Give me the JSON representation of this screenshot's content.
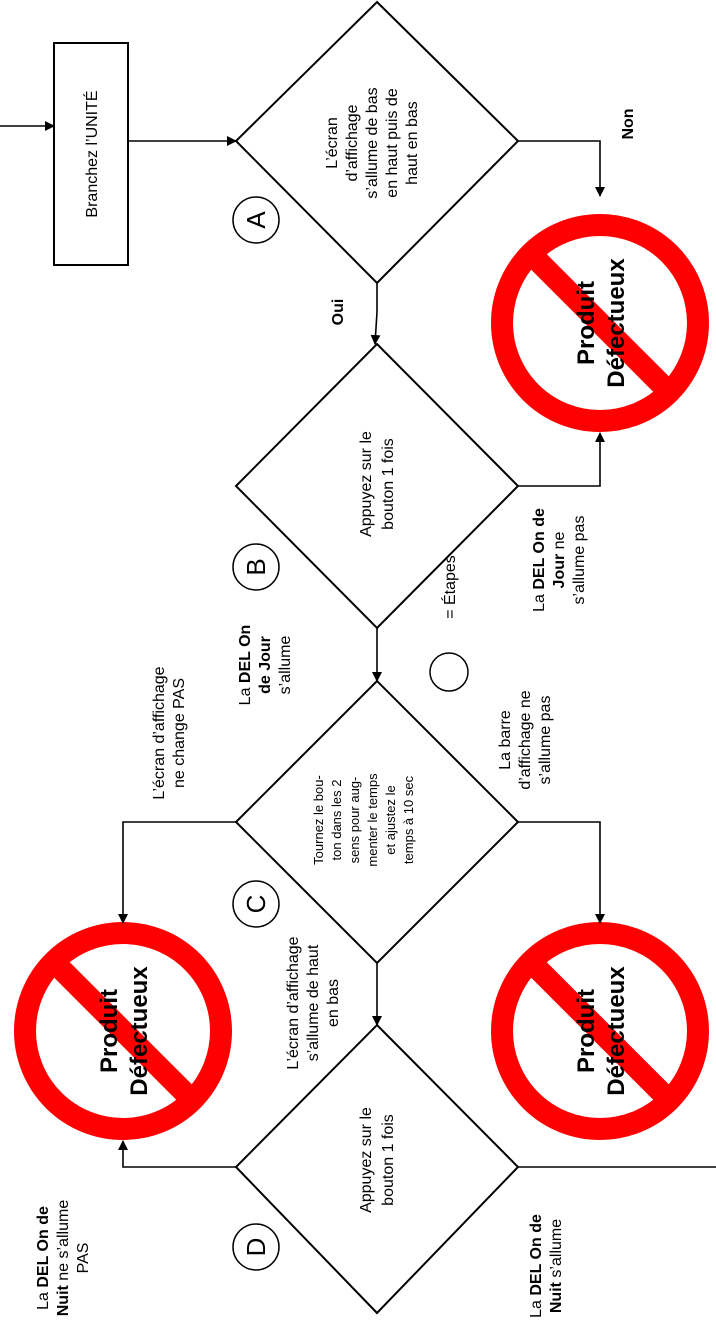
{
  "legend": {
    "text": "= Étapes"
  },
  "start": {
    "label": "Branchez l’UNITÉ"
  },
  "steps": [
    {
      "letter": "A",
      "lines": [
        "L’écran",
        "d’affichage",
        "s’allume de bas",
        "en haut puis de",
        "haut en bas"
      ]
    },
    {
      "letter": "B",
      "lines": [
        "Appuyez sur le",
        "bouton 1 fois"
      ]
    },
    {
      "letter": "C",
      "lines": [
        "Tournez le bou-",
        "ton dans les 2",
        "sens pour aug-",
        "menter le temps",
        "et ajustez le",
        "temps à 10 sec"
      ]
    },
    {
      "letter": "D",
      "lines": [
        "Appuyez sur le",
        "bouton 1 fois"
      ]
    }
  ],
  "labels": {
    "oui": "Oui",
    "non": "Non",
    "la": "La",
    "del_on_de": "DEL On de",
    "jour": "Jour",
    "nuit": "Nuit",
    "del_on": "DEL On",
    "de_jour": "de Jour",
    "ne_sallume": "ne",
    "sallume_pas": "s’allume pas",
    "sallume": "s’allume",
    "ne_sallume_caps": "ne s’allume",
    "pas_caps": "PAS",
    "c_no_change_1": "L’écran d’affichage",
    "c_no_change_2": "ne change PAS",
    "c_bar_1": "La barre",
    "c_bar_2": "d’affichage ne",
    "c_bar_3": "s’allume pas",
    "c_ok_1": "L’écran d’affichage",
    "c_ok_2": "s’allume de haut",
    "c_ok_3": "en bas"
  },
  "defect": {
    "line1": "Produit",
    "line2": "Défectueux"
  },
  "colors": {
    "prohibit": "#ff0000",
    "line": "#000000"
  }
}
